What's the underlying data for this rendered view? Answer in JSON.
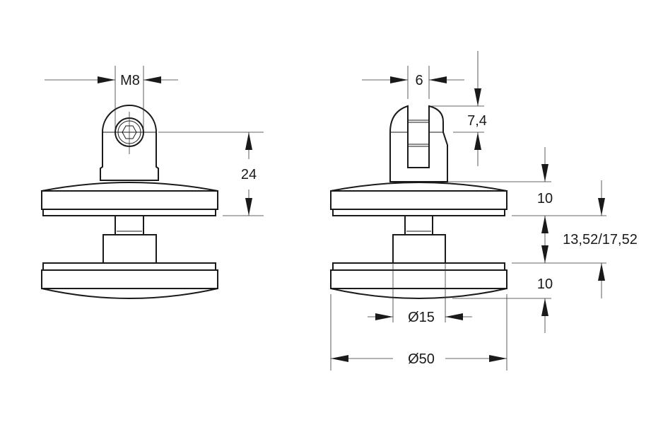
{
  "drawing": {
    "left_view": {
      "thread_label": "M8",
      "height_label": "24"
    },
    "right_view": {
      "slot_width_label": "6",
      "slot_depth_label": "7,4",
      "upper_disc_thickness_label": "10",
      "gap_label": "13,52/17,52",
      "lower_disc_thickness_label": "10",
      "block_diameter_label": "Ø15",
      "disc_diameter_label": "Ø50"
    }
  }
}
